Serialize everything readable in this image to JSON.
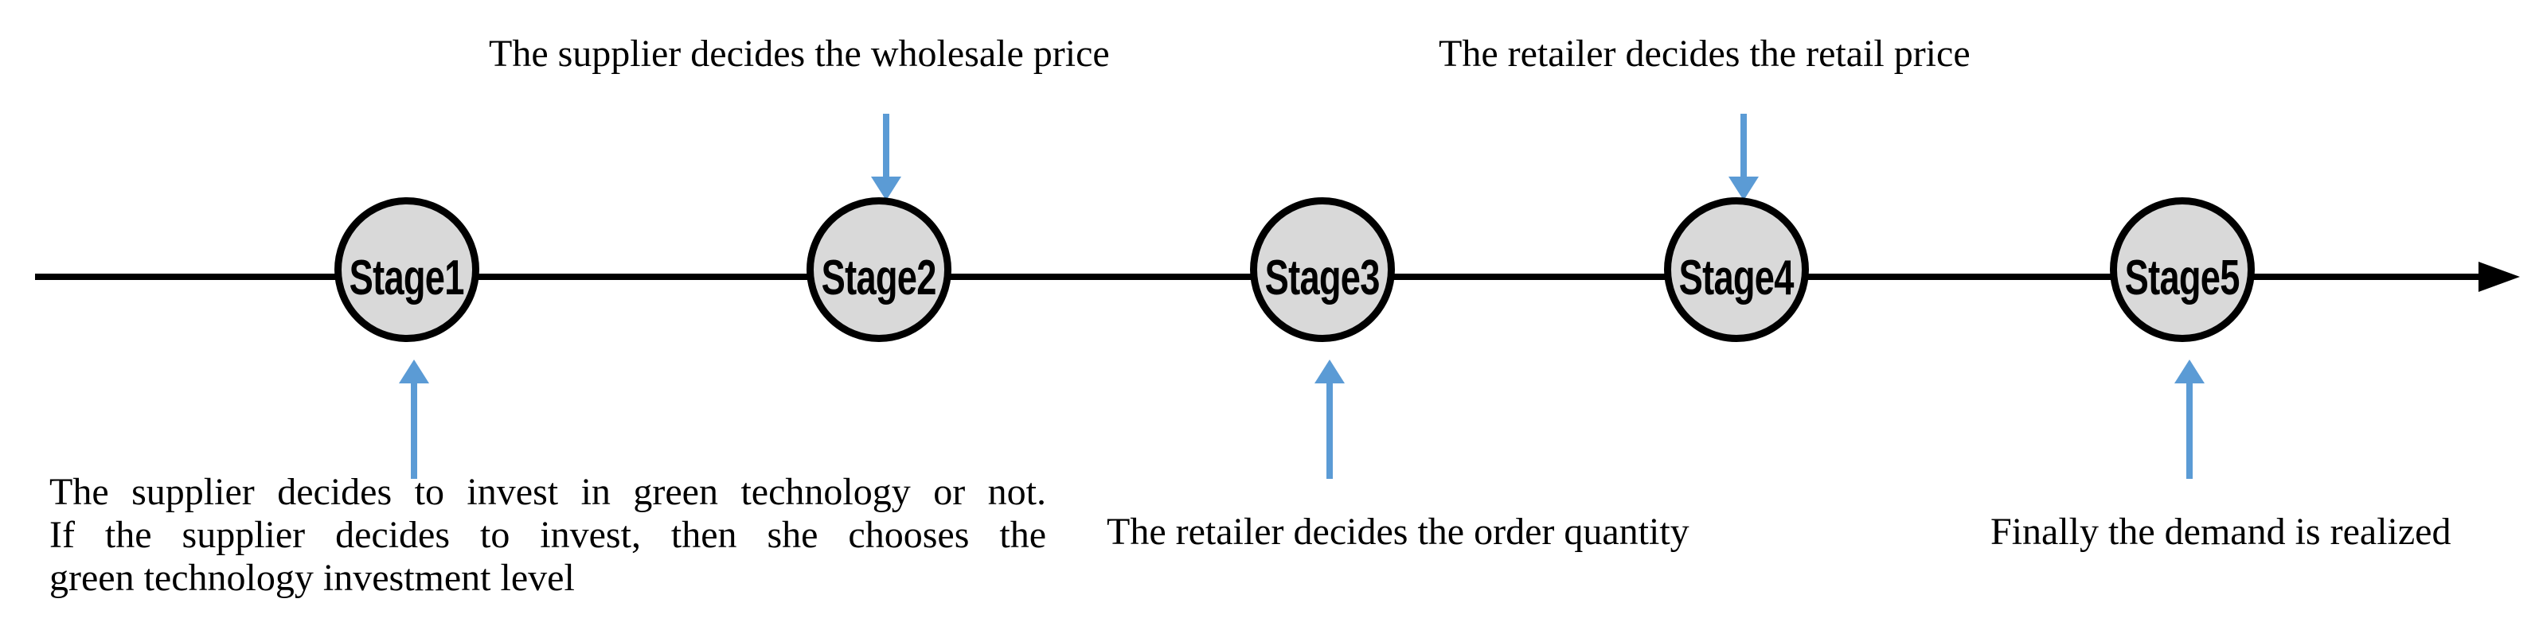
{
  "colors": {
    "arrow_blue": "#5b9bd5",
    "circle_fill": "#d9d9d9",
    "line_black": "#000000"
  },
  "stages": [
    {
      "label": "Stage1"
    },
    {
      "label": "Stage2"
    },
    {
      "label": "Stage3"
    },
    {
      "label": "Stage4"
    },
    {
      "label": "Stage5"
    }
  ],
  "annotations": {
    "wholesale": "The supplier decides the wholesale price",
    "retail": "The retailer decides the retail price",
    "invest_lines": [
      "The supplier decides to invest in green technology or not.",
      "If the supplier decides to invest, then she chooses the",
      "green technology investment level"
    ],
    "order": "The retailer decides the order quantity",
    "demand": "Finally the demand is realized"
  }
}
